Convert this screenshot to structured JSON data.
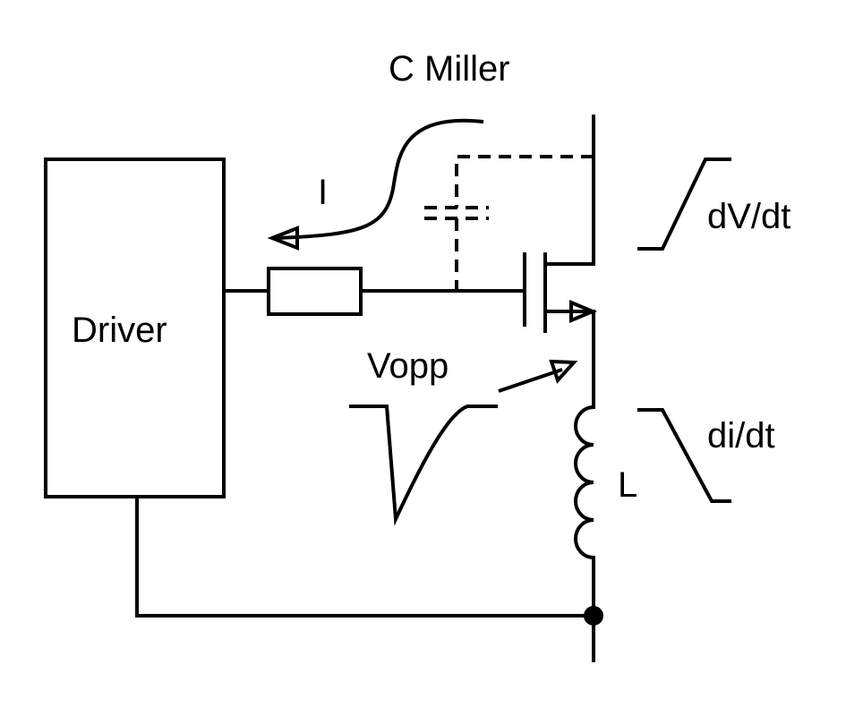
{
  "labels": {
    "driver": "Driver",
    "c_miller": "C Miller",
    "current": "I",
    "dv_dt": "dV/dt",
    "vopp": "Vopp",
    "di_dt": "di/dt",
    "inductor": "L"
  }
}
